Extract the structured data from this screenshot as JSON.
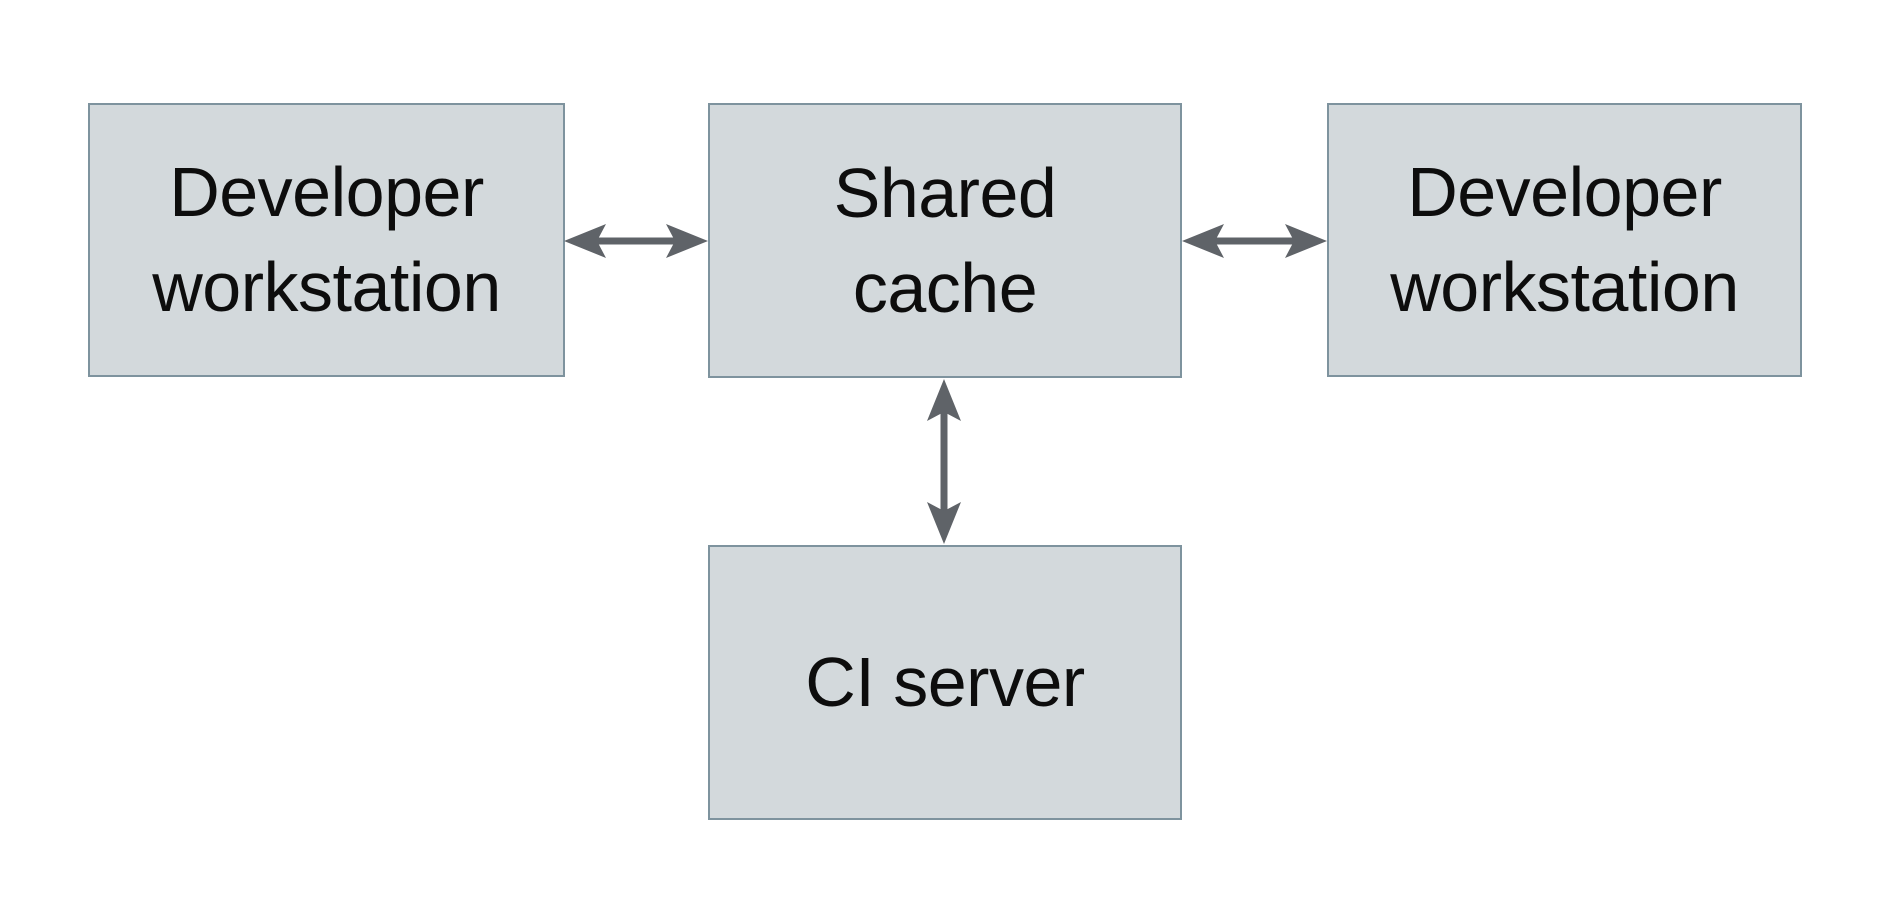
{
  "diagram": {
    "nodes": [
      {
        "id": "developer-workstation-left",
        "lines": [
          "Developer",
          "workstation"
        ]
      },
      {
        "id": "shared-cache",
        "lines": [
          "Shared",
          "cache"
        ]
      },
      {
        "id": "developer-workstation-right",
        "lines": [
          "Developer",
          "workstation"
        ]
      },
      {
        "id": "ci-server",
        "lines": [
          "CI server"
        ]
      }
    ],
    "edges": [
      {
        "from": "developer-workstation-left",
        "to": "shared-cache",
        "type": "bidirectional"
      },
      {
        "from": "shared-cache",
        "to": "developer-workstation-right",
        "type": "bidirectional"
      },
      {
        "from": "shared-cache",
        "to": "ci-server",
        "type": "bidirectional"
      }
    ],
    "colors": {
      "background": "#ffffff",
      "node_fill": "#d3d9dc",
      "node_border": "#7e939e",
      "arrow": "#5f6368",
      "text": "#0d0d0d"
    }
  }
}
